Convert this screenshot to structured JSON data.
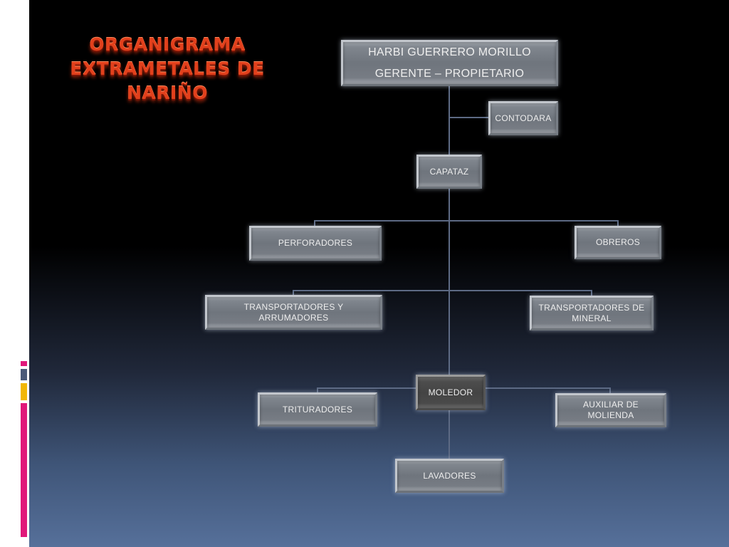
{
  "title": {
    "line1": "ORGANIGRAMA",
    "line2": "EXTRAMETALES DE",
    "line3": "NARIÑO"
  },
  "colors": {
    "title": "#e2401c",
    "connector": "#5d6a84",
    "bar_pink": "#e0187a",
    "bar_slate": "#4b5a78",
    "bar_yellow": "#f2b705"
  },
  "org": {
    "ceo_name": "HARBI GUERRERO MORILLO",
    "ceo_role": "GERENTE – PROPIETARIO",
    "contadora": "CONTODARA",
    "capataz": "CAPATAZ",
    "perforadores": "PERFORADORES",
    "obreros": "OBREROS",
    "transportadores_arrumadores": "TRANSPORTADORES Y ARRUMADORES",
    "transportadores_mineral": "TRANSPORTADORES  DE MINERAL",
    "moledor": "MOLEDOR",
    "trituradores": "TRITURADORES",
    "auxiliar_molienda": "AUXILIAR DE MOLIENDA",
    "lavadores": "LAVADORES"
  }
}
